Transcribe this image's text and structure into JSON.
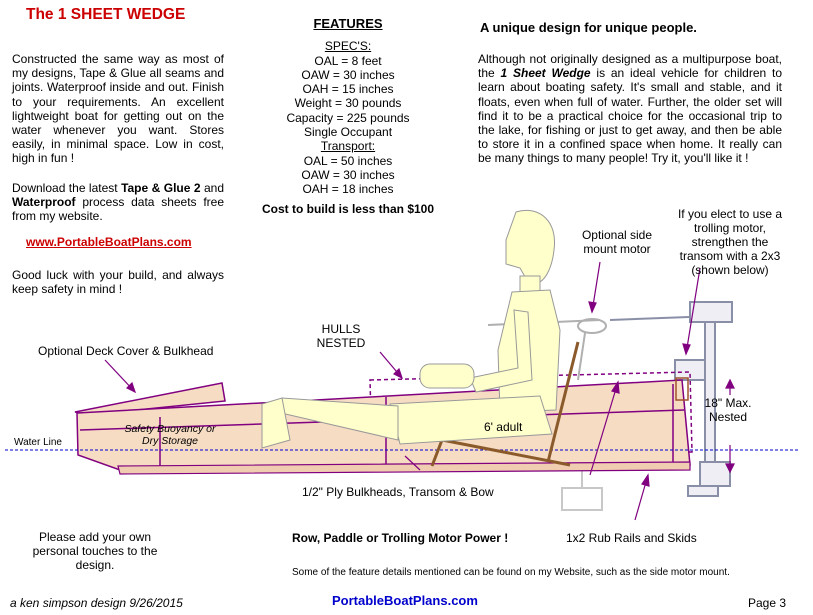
{
  "title": "The 1 SHEET WEDGE",
  "intro": {
    "paragraph": "Constructed the same way as most of my designs, Tape & Glue all seams and joints. Waterproof inside and out. Finish to your requirements. An excellent lightweight boat for getting out on the water whenever you want. Stores easily, in minimal space. Low in cost, high in fun !",
    "download_pre": "Download the latest ",
    "download_b1": "Tape & Glue 2",
    "download_mid": " and ",
    "download_b2": "Waterproof",
    "download_post": " process data sheets free from my website.",
    "website_link": "www.PortableBoatPlans.com",
    "good_luck": "Good luck with your build, and always keep safety in mind !"
  },
  "features": {
    "heading": "FEATURES",
    "specs_heading": "SPEC'S:",
    "specs": [
      "OAL = 8 feet",
      "OAW = 30 inches",
      "OAH = 15 inches",
      "Weight = 30 pounds",
      "Capacity = 225 pounds",
      "Single Occupant"
    ],
    "transport_heading": "Transport:",
    "transport": [
      "OAL = 50 inches",
      "OAW =  30 inches",
      "OAH = 18 inches"
    ],
    "cost": "Cost to build is less than $100"
  },
  "right": {
    "heading": "A unique design for unique people.",
    "para_pre": "Although not originally designed as a multipurpose boat, the ",
    "para_italic": "1 Sheet Wedge",
    "para_post": " is an ideal vehicle for children to learn about boating safety. It's small and stable, and it floats, even when full of water. Further, the older set will find it to be a practical choice for the occasional trip to the lake, for fishing or just to get away, and then be able to store it in a confined space when home.  It really can be many things to many people!  Try it, you'll like it !"
  },
  "diagram": {
    "optional_motor": "Optional side mount motor",
    "trolling_note": "If you elect to use a trolling motor, strengthen the transom with a 2x3 (shown below)",
    "hulls_nested": "HULLS NESTED",
    "deck_cover": "Optional Deck Cover & Bulkhead",
    "safety": "Safety Buoyancy or Dry Storage",
    "adult": "6' adult",
    "max_nested": "18\" Max. Nested",
    "water_line": "Water Line",
    "bulkheads": "1/2\" Ply Bulkheads, Transom & Bow",
    "rub_rails": "1x2 Rub Rails and Skids"
  },
  "bottom": {
    "personal": "Please add your own personal touches to the design.",
    "power": "Row, Paddle or Trolling Motor Power !",
    "note": "Some of the feature details mentioned can be found on my Website, such as the side motor mount."
  },
  "footer": {
    "credit": "a ken simpson design 9/26/2015",
    "site": "PortableBoatPlans.com",
    "page": "Page  3"
  },
  "colors": {
    "title_red": "#cc0000",
    "hull_fill": "#f7dcc4",
    "hull_line": "#800080",
    "figure_fill": "#ffffcc",
    "seat_brown": "#8b5a2b",
    "water_blue": "#0000cc",
    "ghost_gray": "#b0b0b0"
  }
}
